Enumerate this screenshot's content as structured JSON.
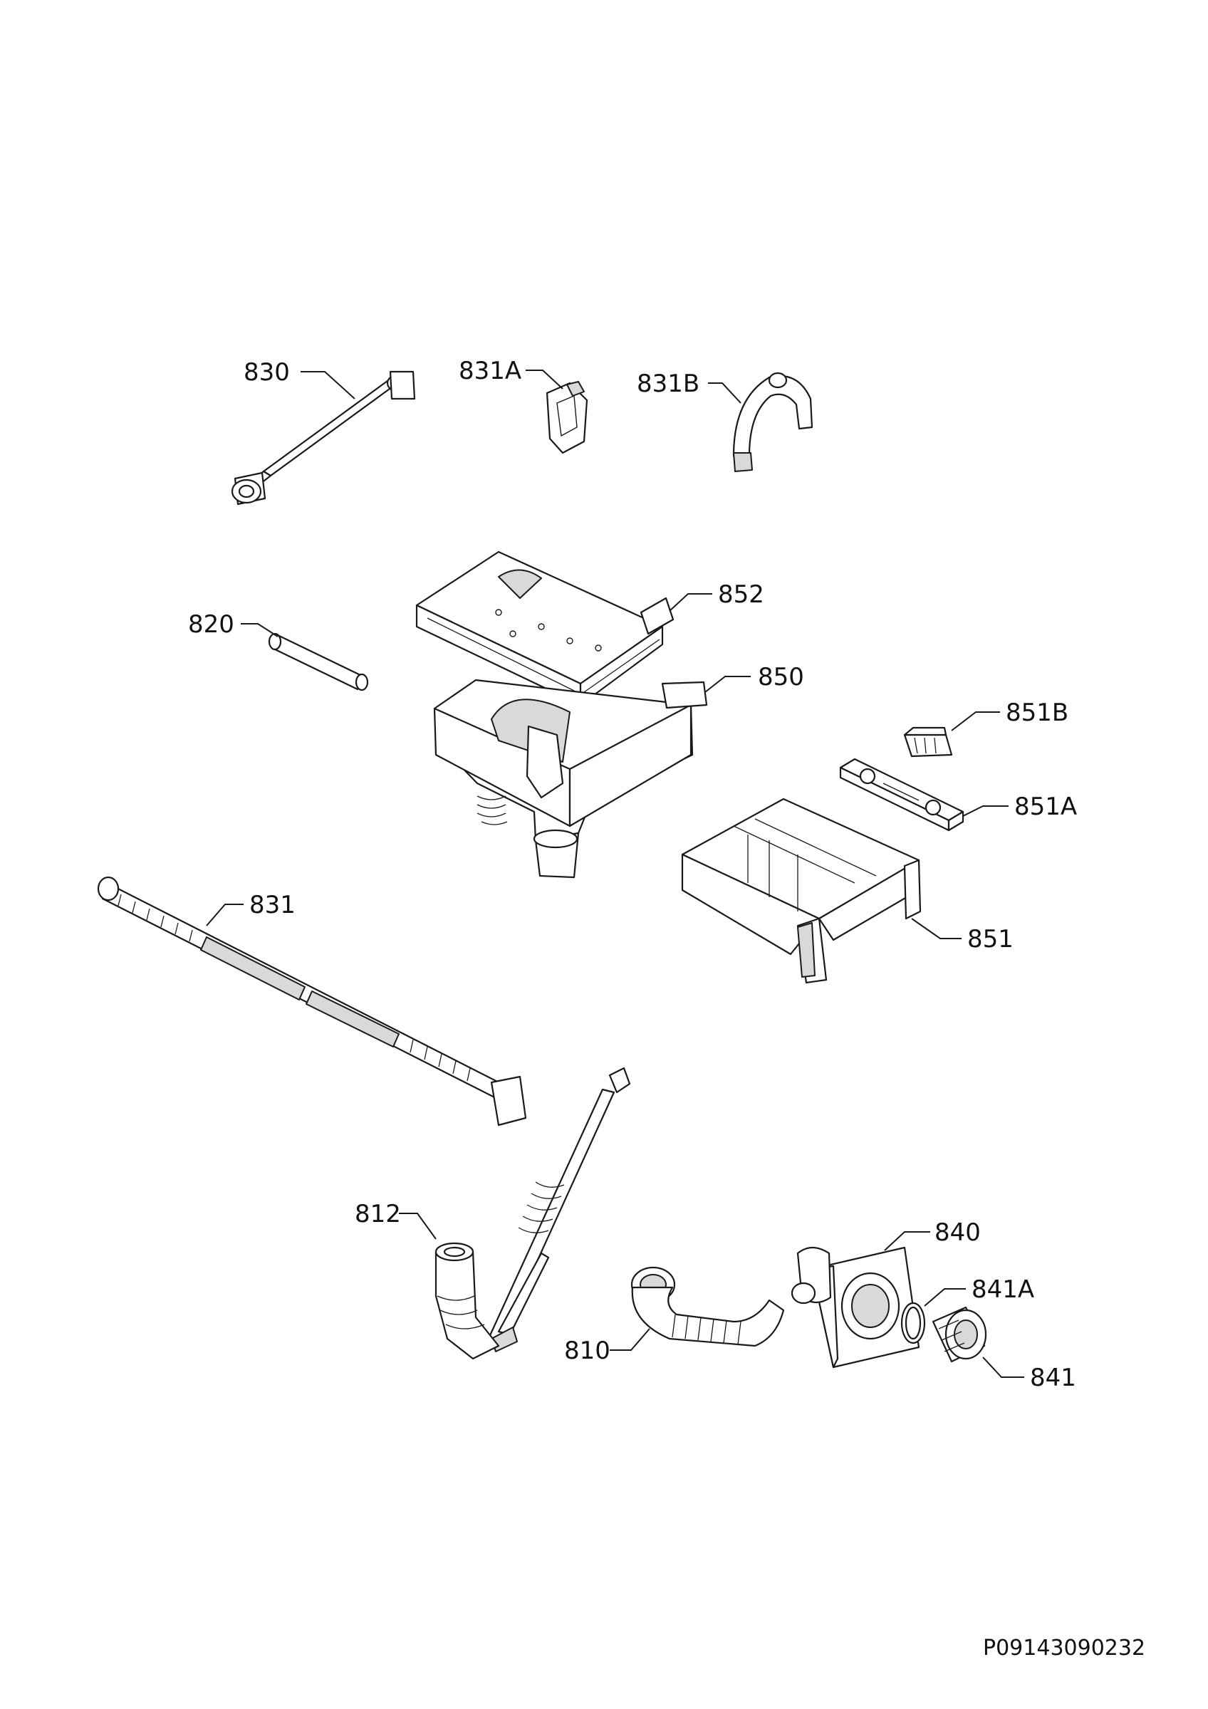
{
  "document": {
    "code": "P09143090232"
  },
  "labels": {
    "p830": "830",
    "p831A": "831A",
    "p831B": "831B",
    "p852": "852",
    "p820": "820",
    "p850": "850",
    "p851B": "851B",
    "p851A": "851A",
    "p831": "831",
    "p851": "851",
    "p812": "812",
    "p840": "840",
    "p841A": "841A",
    "p810": "810",
    "p841": "841"
  }
}
